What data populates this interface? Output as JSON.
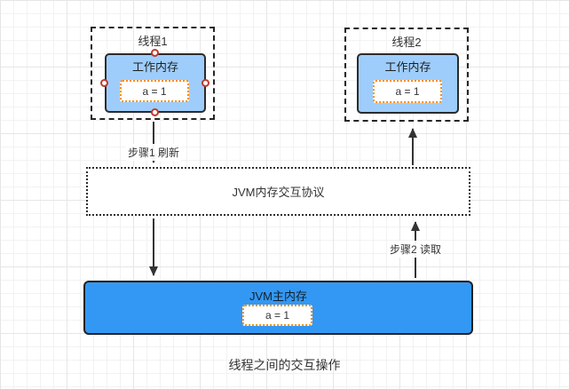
{
  "canvas": {
    "caption": "线程之间的交互操作"
  },
  "thread1": {
    "label": "线程1",
    "working_memory": {
      "label": "工作内存",
      "variable": "a = 1"
    }
  },
  "thread2": {
    "label": "线程2",
    "working_memory": {
      "label": "工作内存",
      "variable": "a = 1"
    }
  },
  "protocol": {
    "label": "JVM内存交互协议"
  },
  "main_memory": {
    "label": "JVM主内存",
    "variable": "a = 1"
  },
  "arrows": {
    "step1": {
      "label": "步骤1 刷新"
    },
    "step2": {
      "label": "步骤2 读取"
    }
  },
  "colors": {
    "working_memory_fill": "#9ecdfc",
    "main_memory_fill": "#3398f4",
    "variable_border": "#ff8c00",
    "line": "#333333",
    "selection_handle_ring": "#c0392b",
    "grid_minor": "#f2f2f2",
    "grid_major": "#e6e6e6"
  }
}
